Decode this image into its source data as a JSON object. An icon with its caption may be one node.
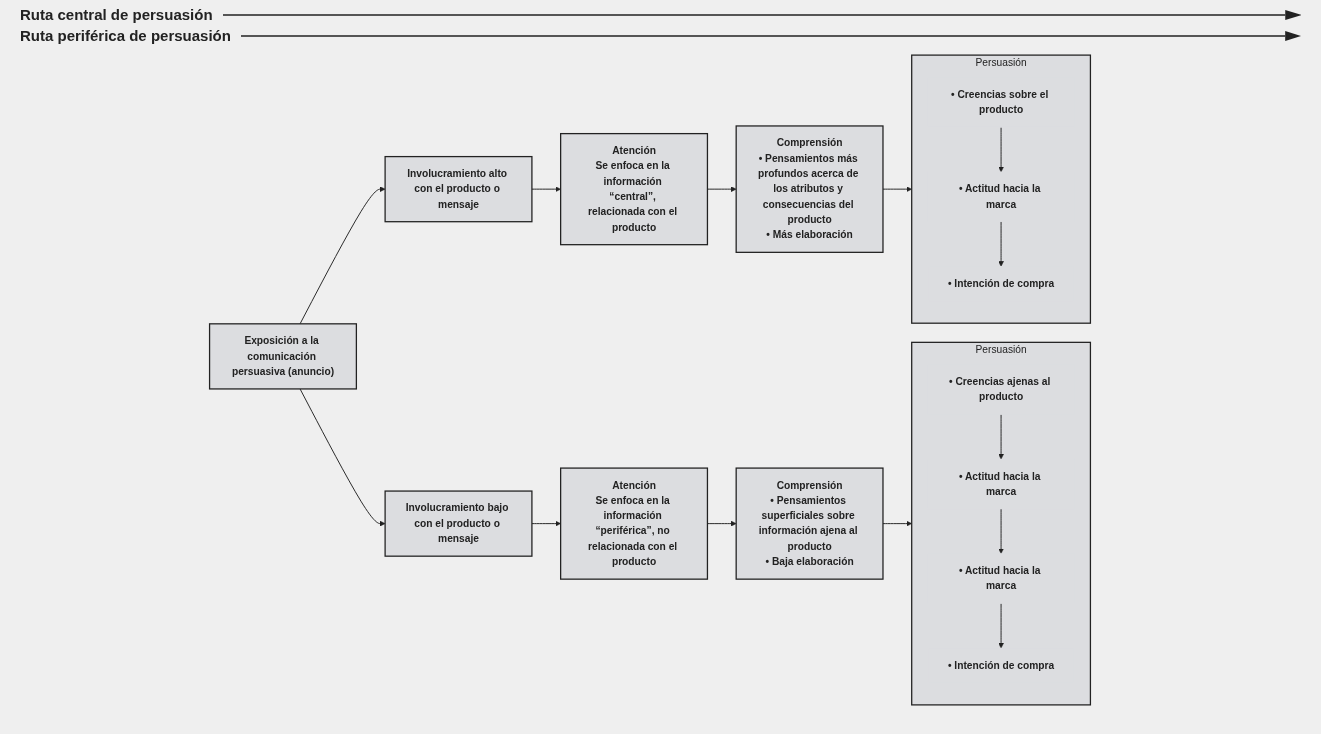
{
  "diagram": {
    "nodes": [
      {
        "text": [
          "Exposición a la comunicación persuasiva (anuncio)"
        ]
      },
      {
        "text": [
          "Involucramiento alto con el producto o mensaje"
        ]
      },
      {
        "text": [
          "Atención",
          "Se enfoca en la información “central”, relacionada con el producto"
        ]
      },
      {
        "text": [
          "Comprensión",
          "• Pensamientos más profundos acerca de los atributos y consecuencias del producto",
          "• Más elaboración"
        ]
      },
      {
        "text": [
          "Persuasión"
        ]
      },
      {
        "text": [
          "• Creencias sobre el producto"
        ],
        "in": 4
      },
      {
        "text": [
          "• Actitud hacia la marca"
        ],
        "in": 4
      },
      {
        "text": [
          "• Intención de compra"
        ],
        "in": 4
      },
      {
        "text": [
          "Involucramiento bajo con el producto o mensaje"
        ]
      },
      {
        "text": [
          "Atención",
          "Se enfoca en la información “periférica”, no relacionada con el producto"
        ]
      },
      {
        "text": [
          "Comprensión",
          "• Pensamientos superficiales sobre información ajena al producto",
          "• Baja elaboración"
        ]
      },
      {
        "text": [
          "Persuasión"
        ]
      },
      {
        "text": [
          "• Creencias ajenas al producto"
        ],
        "in": 11
      },
      {
        "text": [
          "• Actitud hacia la marca"
        ],
        "in": 11
      },
      {
        "text": [
          "• Actitud hacia la marca"
        ],
        "in": 11
      },
      {
        "text": [
          "• Intención de compra"
        ],
        "in": 11
      }
    ],
    "edges": [
      {
        "from": 0,
        "to": 1,
        "arrow": "to"
      },
      {
        "from": 1,
        "to": 2,
        "arrow": "to"
      },
      {
        "from": 2,
        "to": 3,
        "arrow": "to"
      },
      {
        "from": 3,
        "to": 4,
        "arrow": "to"
      },
      {
        "from": 5,
        "to": 6,
        "arrow": "to"
      },
      {
        "from": 6,
        "to": 7,
        "arrow": "to"
      },
      {
        "from": 0,
        "to": 8,
        "arrow": "to"
      },
      {
        "from": 8,
        "to": 9,
        "arrow": "to"
      },
      {
        "from": 9,
        "to": 10,
        "arrow": "to"
      },
      {
        "from": 10,
        "to": 11,
        "arrow": "to"
      },
      {
        "from": 12,
        "to": 13,
        "arrow": "to"
      },
      {
        "from": 13,
        "to": 14,
        "arrow": "to"
      },
      {
        "from": 14,
        "to": 15,
        "arrow": "to"
      }
    ],
    "labels": [
      "Ruta central de persuasión",
      "Ruta periférica de persuasión"
    ]
  }
}
